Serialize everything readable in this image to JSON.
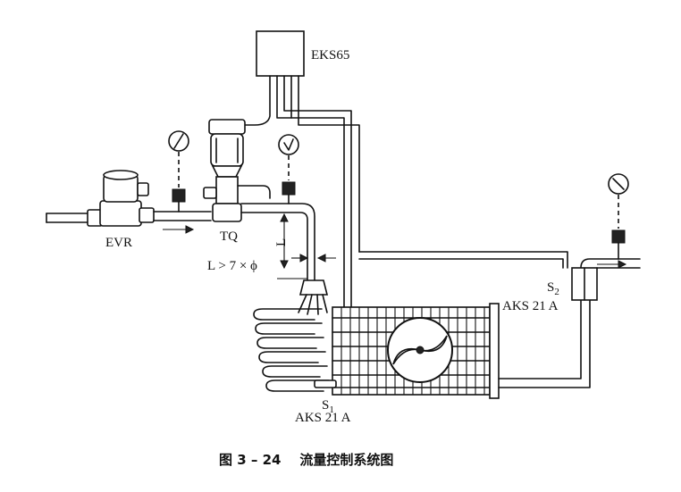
{
  "labels": {
    "eks": "EKS65",
    "evr": "EVR",
    "tq": "TQ",
    "L": "L",
    "length_rule": "L > 7 × ϕ",
    "s1": "S",
    "s1_sub": "1",
    "aks1": "AKS 21 A",
    "s2": "S",
    "s2_sub": "2",
    "aks2": "AKS 21 A"
  },
  "caption": "图 3 – 24    流量控制系统图"
}
